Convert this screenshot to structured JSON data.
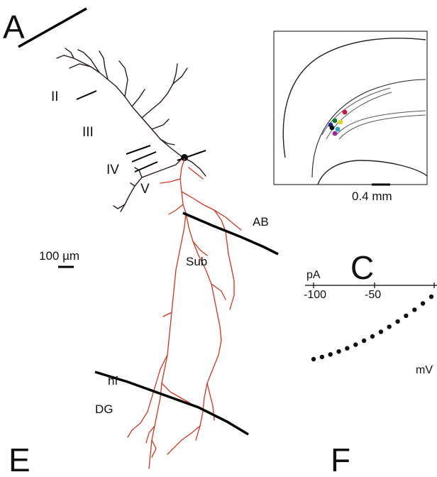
{
  "panels": {
    "a": "A",
    "c": "C",
    "e": "E",
    "f": "F"
  },
  "layers": [
    "II",
    "III",
    "IV",
    "V"
  ],
  "regions": {
    "ab": "AB",
    "sub": "Sub",
    "hf": "hf",
    "dg": "DG"
  },
  "scale_bars": {
    "main": "100 µm",
    "inset": "0.4 mm"
  },
  "iv_plot": {
    "y_unit": "pA",
    "x_unit": "mV",
    "ticks": [
      "-100",
      "-50"
    ]
  },
  "inset_dot_colors": [
    "#1a2a8a",
    "#0a7a2a",
    "#d01040",
    "#2aa0d0",
    "#9a2aa0",
    "#e0d020",
    "#101010"
  ],
  "colors": {
    "axon": "#d4351c",
    "dendrite": "#2a1a1a",
    "boundary": "#000000"
  }
}
